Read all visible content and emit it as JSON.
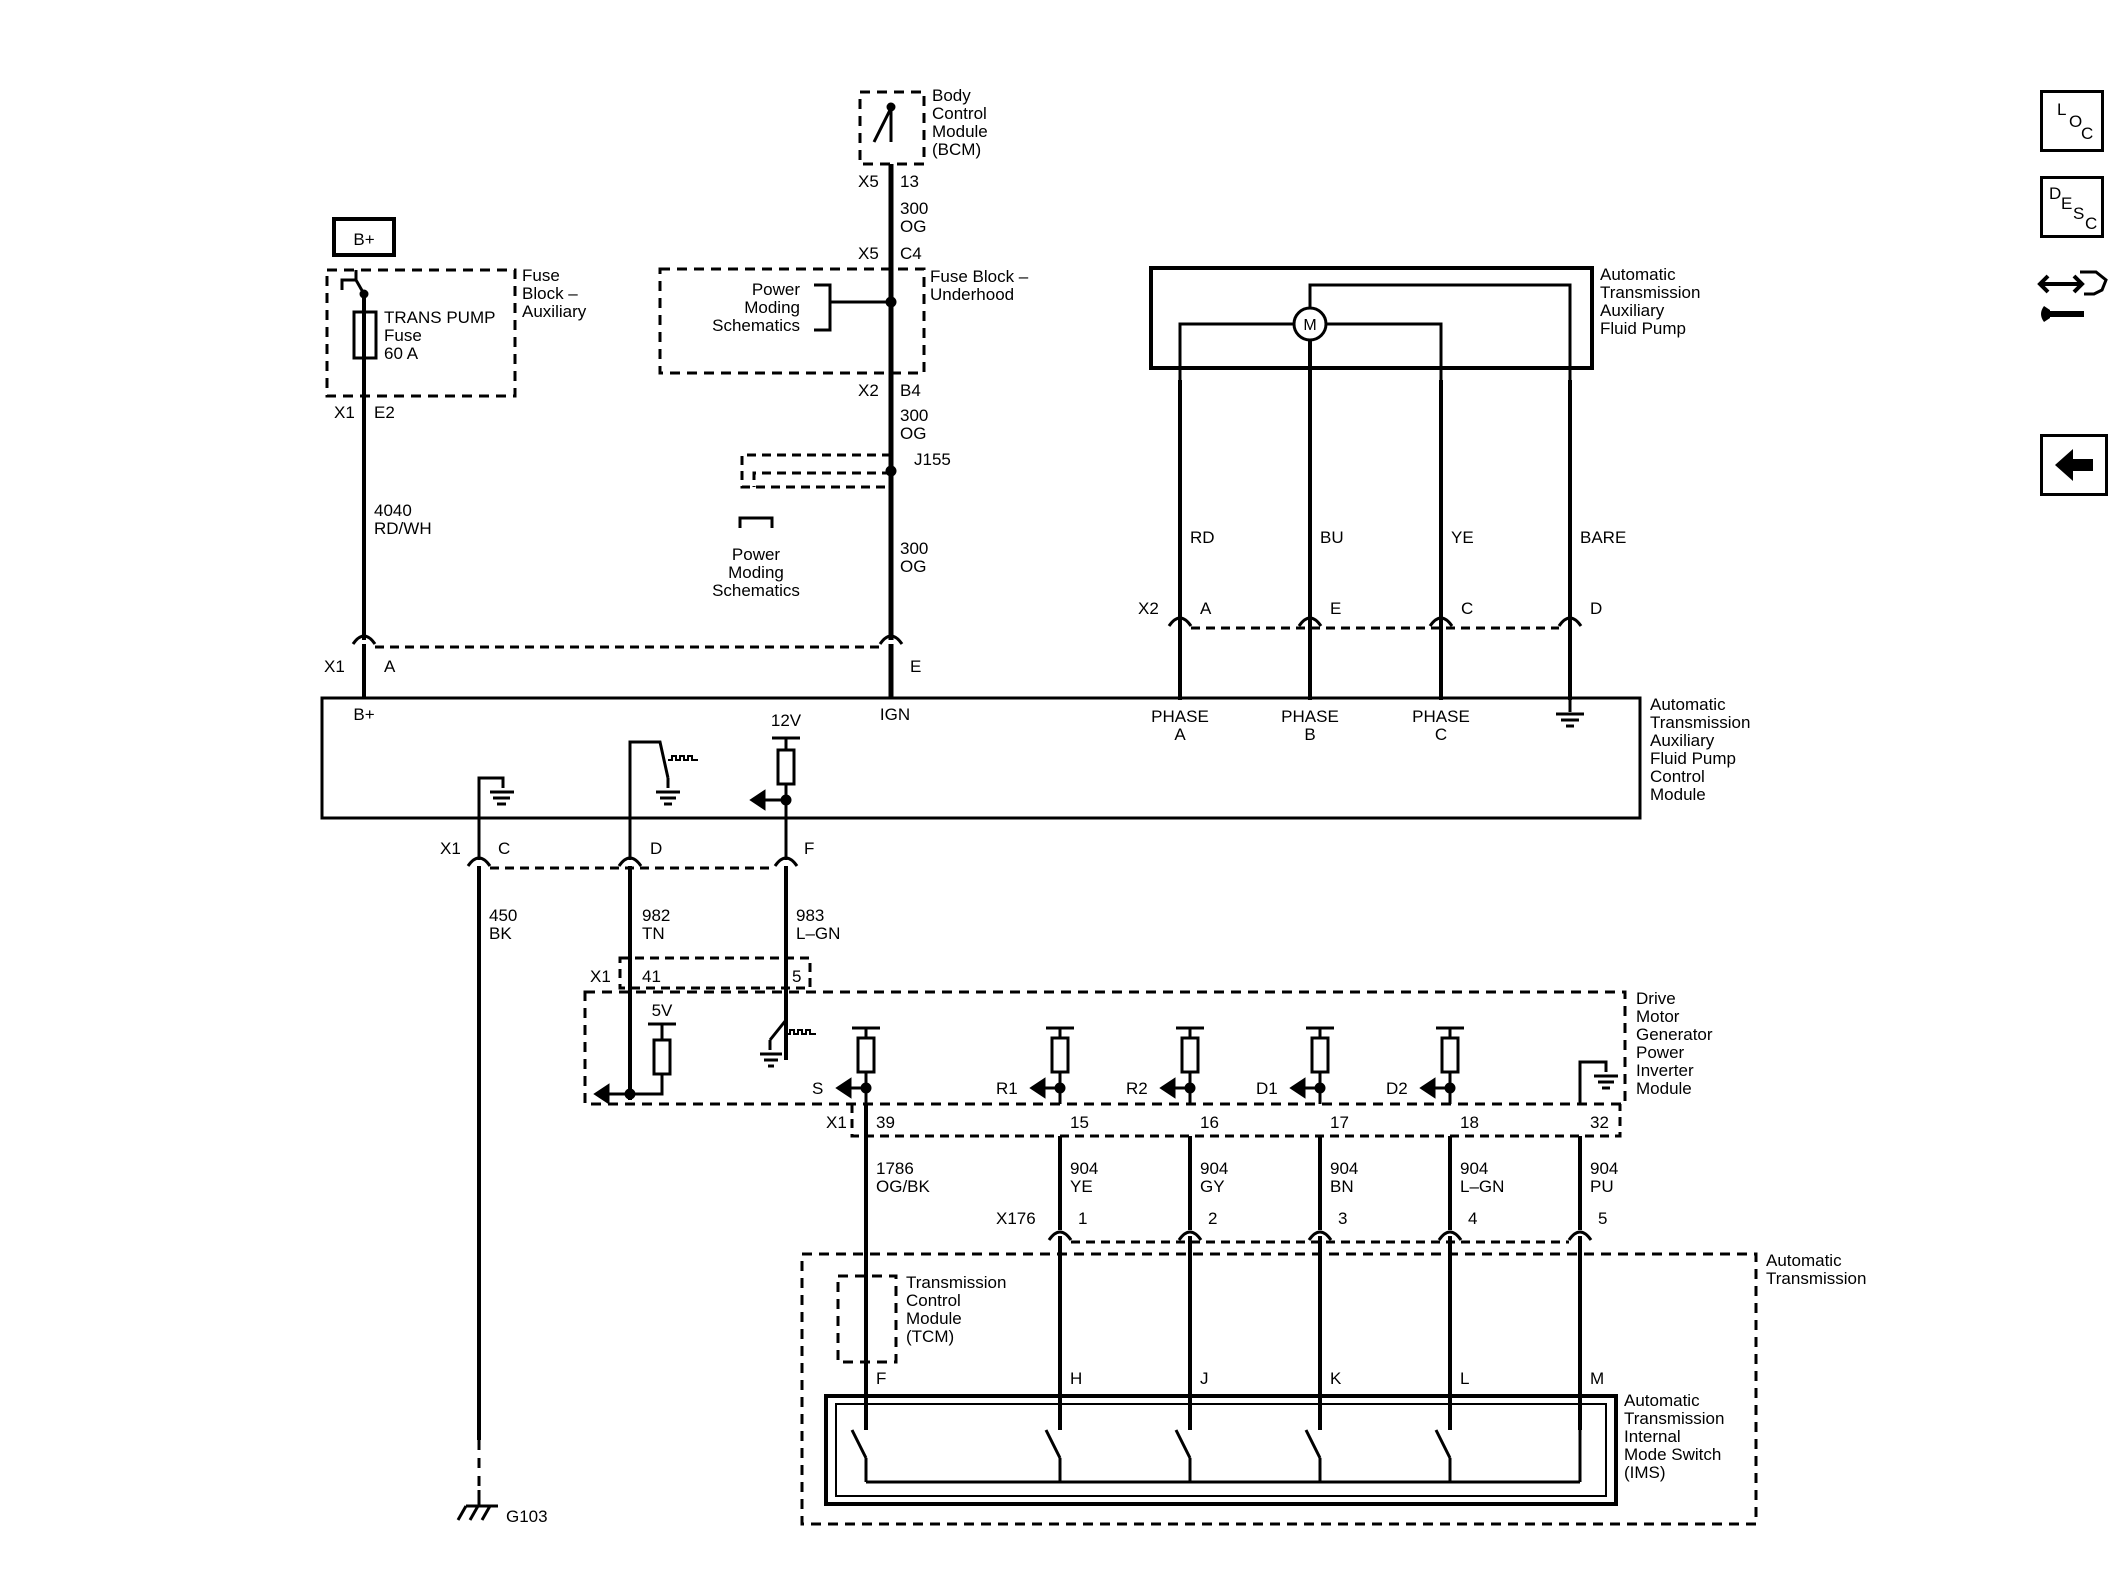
{
  "modules": {
    "bcm": [
      "Body",
      "Control",
      "Module",
      "(BCM)"
    ],
    "fuse_aux": [
      "Fuse",
      "Block –",
      "Auxiliary"
    ],
    "fuse_underhood": [
      "Fuse Block –",
      "Underhood"
    ],
    "aux_pump": [
      "Automatic",
      "Transmission",
      "Auxiliary",
      "Fluid Pump"
    ],
    "pump_control": [
      "Automatic",
      "Transmission",
      "Auxiliary",
      "Fluid Pump",
      "Control",
      "Module"
    ],
    "drive_motor": [
      "Drive",
      "Motor",
      "Generator",
      "Power",
      "Inverter",
      "Module"
    ],
    "auto_trans": [
      "Automatic",
      "Transmission"
    ],
    "tcm": [
      "Transmission",
      "Control",
      "Module",
      "(TCM)"
    ],
    "ims": [
      "Automatic",
      "Transmission",
      "Internal",
      "Mode Switch",
      "(IMS)"
    ],
    "power_moding_1": [
      "Power",
      "Moding",
      "Schematics"
    ],
    "power_moding_2": [
      "Power",
      "Moding",
      "Schematics"
    ]
  },
  "battery_label": "B+",
  "fuse": {
    "name": "TRANS PUMP",
    "type": "Fuse",
    "rating": "60 A"
  },
  "connectors": {
    "X5": "X5",
    "X1": "X1",
    "X2": "X2",
    "X176": "X176",
    "J155": "J155",
    "bcm_pin": "13",
    "c4_pin": "C4",
    "b4_pin": "B4",
    "e2_pin": "E2",
    "pin_A": "A",
    "pin_E": "E",
    "pin_C": "C",
    "pin_D": "D",
    "pin_F": "F",
    "pin_41": "41",
    "pin_5": "5"
  },
  "wires": {
    "w300_1": [
      "300",
      "OG"
    ],
    "w300_2": [
      "300",
      "OG"
    ],
    "w300_3": [
      "300",
      "OG"
    ],
    "w4040": [
      "4040",
      "RD/WH"
    ],
    "w450": [
      "450",
      "BK"
    ],
    "w982": [
      "982",
      "TN"
    ],
    "w983": [
      "983",
      "L–GN"
    ],
    "pump_colors": [
      "RD",
      "BU",
      "YE",
      "BARE"
    ],
    "pump_pins": [
      "A",
      "E",
      "C",
      "D"
    ]
  },
  "control_pins": {
    "bplus": "B+",
    "ign": "IGN",
    "phases": [
      [
        "PHASE",
        "A"
      ],
      [
        "PHASE",
        "B"
      ],
      [
        "PHASE",
        "C"
      ]
    ],
    "v12": "12V",
    "v5": "5V"
  },
  "inverter_pins": [
    "39",
    "15",
    "16",
    "17",
    "18",
    "32"
  ],
  "inverter_signals": [
    "S",
    "R1",
    "R2",
    "D1",
    "D2"
  ],
  "ims_wires": [
    [
      "1786",
      "OG/BK"
    ],
    [
      "904",
      "YE"
    ],
    [
      "904",
      "GY"
    ],
    [
      "904",
      "BN"
    ],
    [
      "904",
      "L–GN"
    ],
    [
      "904",
      "PU"
    ]
  ],
  "x176_pins": [
    "1",
    "2",
    "3",
    "4",
    "5"
  ],
  "ims_pins": [
    "F",
    "H",
    "J",
    "K",
    "L",
    "M"
  ],
  "ground": "G103",
  "side_nav": {
    "loc": [
      "L",
      "O",
      "C"
    ],
    "desc": [
      "D",
      "E",
      "S",
      "C"
    ]
  }
}
